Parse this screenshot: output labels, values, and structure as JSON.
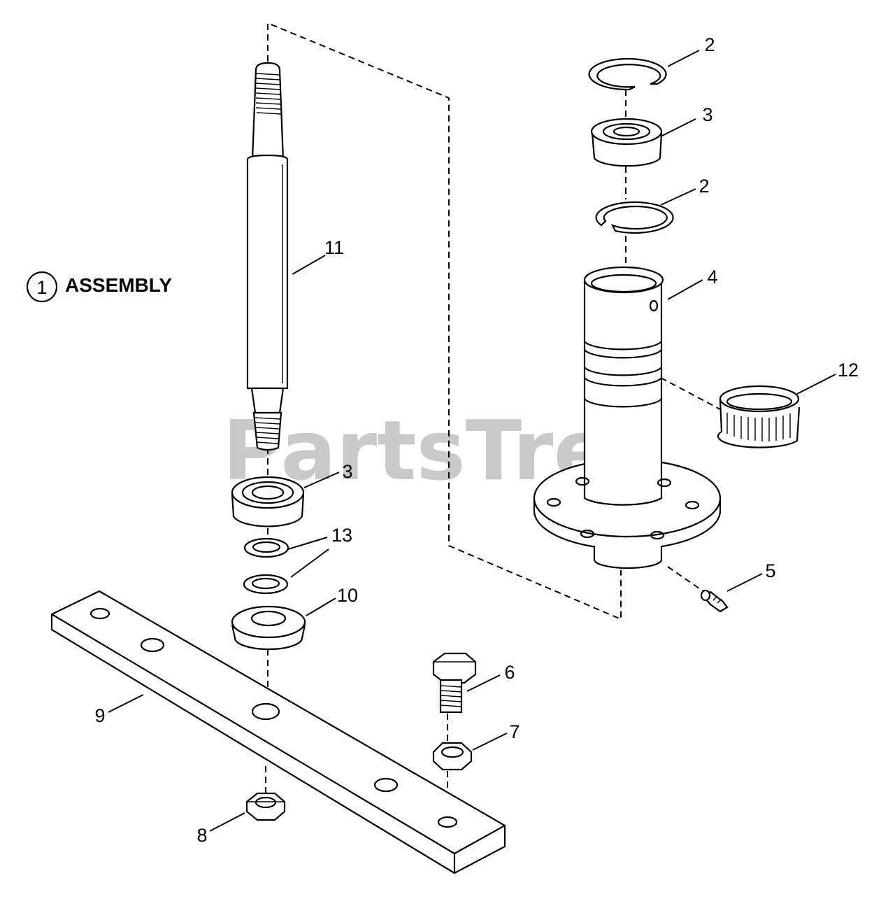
{
  "title": {
    "number": "1",
    "label": "ASSEMBLY"
  },
  "watermark": {
    "text": "PartsTree",
    "trademark": "TM",
    "color": "#c9c9c9"
  },
  "callouts": {
    "ring_top": "2",
    "bearing_top": "3",
    "ring_mid": "2",
    "housing": "4",
    "fitting": "5",
    "bolt": "6",
    "nut_bolt": "7",
    "nut_bottom": "8",
    "blade": "9",
    "spacer": "10",
    "shaft": "11",
    "sleeve": "12",
    "washer": "13",
    "bearing_shaft": "3"
  }
}
